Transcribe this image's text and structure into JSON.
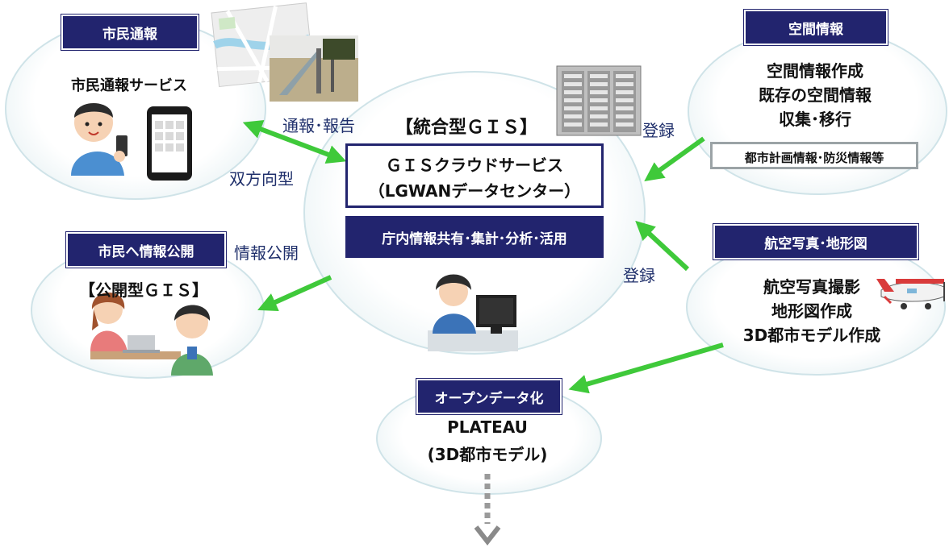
{
  "center": {
    "title": "【統合型ＧＩＳ】",
    "cloud_line1": "ＧＩＳクラウドサービス",
    "cloud_line2": "（LGWANデータセンター）",
    "share": "庁内情報共有･集計･分析･活用"
  },
  "citizen_report": {
    "label": "市民通報",
    "service": "市民通報サービス",
    "annotation_report": "通報･報告",
    "annotation_bidir": "双方向型"
  },
  "public_disclosure": {
    "label": "市民へ情報公開",
    "gis": "【公開型ＧＩＳ】",
    "annotation": "情報公開"
  },
  "spatial_info": {
    "label": "空間情報",
    "line1": "空間情報作成",
    "line2": "既存の空間情報",
    "line3": "収集･移行",
    "sub_box": "都市計画情報･防災情報等",
    "annotation": "登録"
  },
  "aerial": {
    "label": "航空写真･地形図",
    "line1": "航空写真撮影",
    "line2": "地形図作成",
    "line3": "3D都市モデル作成",
    "annotation": "登録"
  },
  "open_data": {
    "label": "オープンデータ化",
    "line1": "PLATEAU",
    "line2": "(3D都市モデル)"
  },
  "colors": {
    "navy": "#22246e",
    "arrow_green": "#3fc93a",
    "ellipse_border": "#cfe3e8",
    "dotted_arrow": "#9a9a9a"
  },
  "icons": [
    "server-rack-icon",
    "smartphone-icon",
    "person-with-phone-icon",
    "map-icon",
    "playground-photo-icon",
    "operator-at-pc-icon",
    "family-with-laptop-icon",
    "airplane-icon"
  ]
}
